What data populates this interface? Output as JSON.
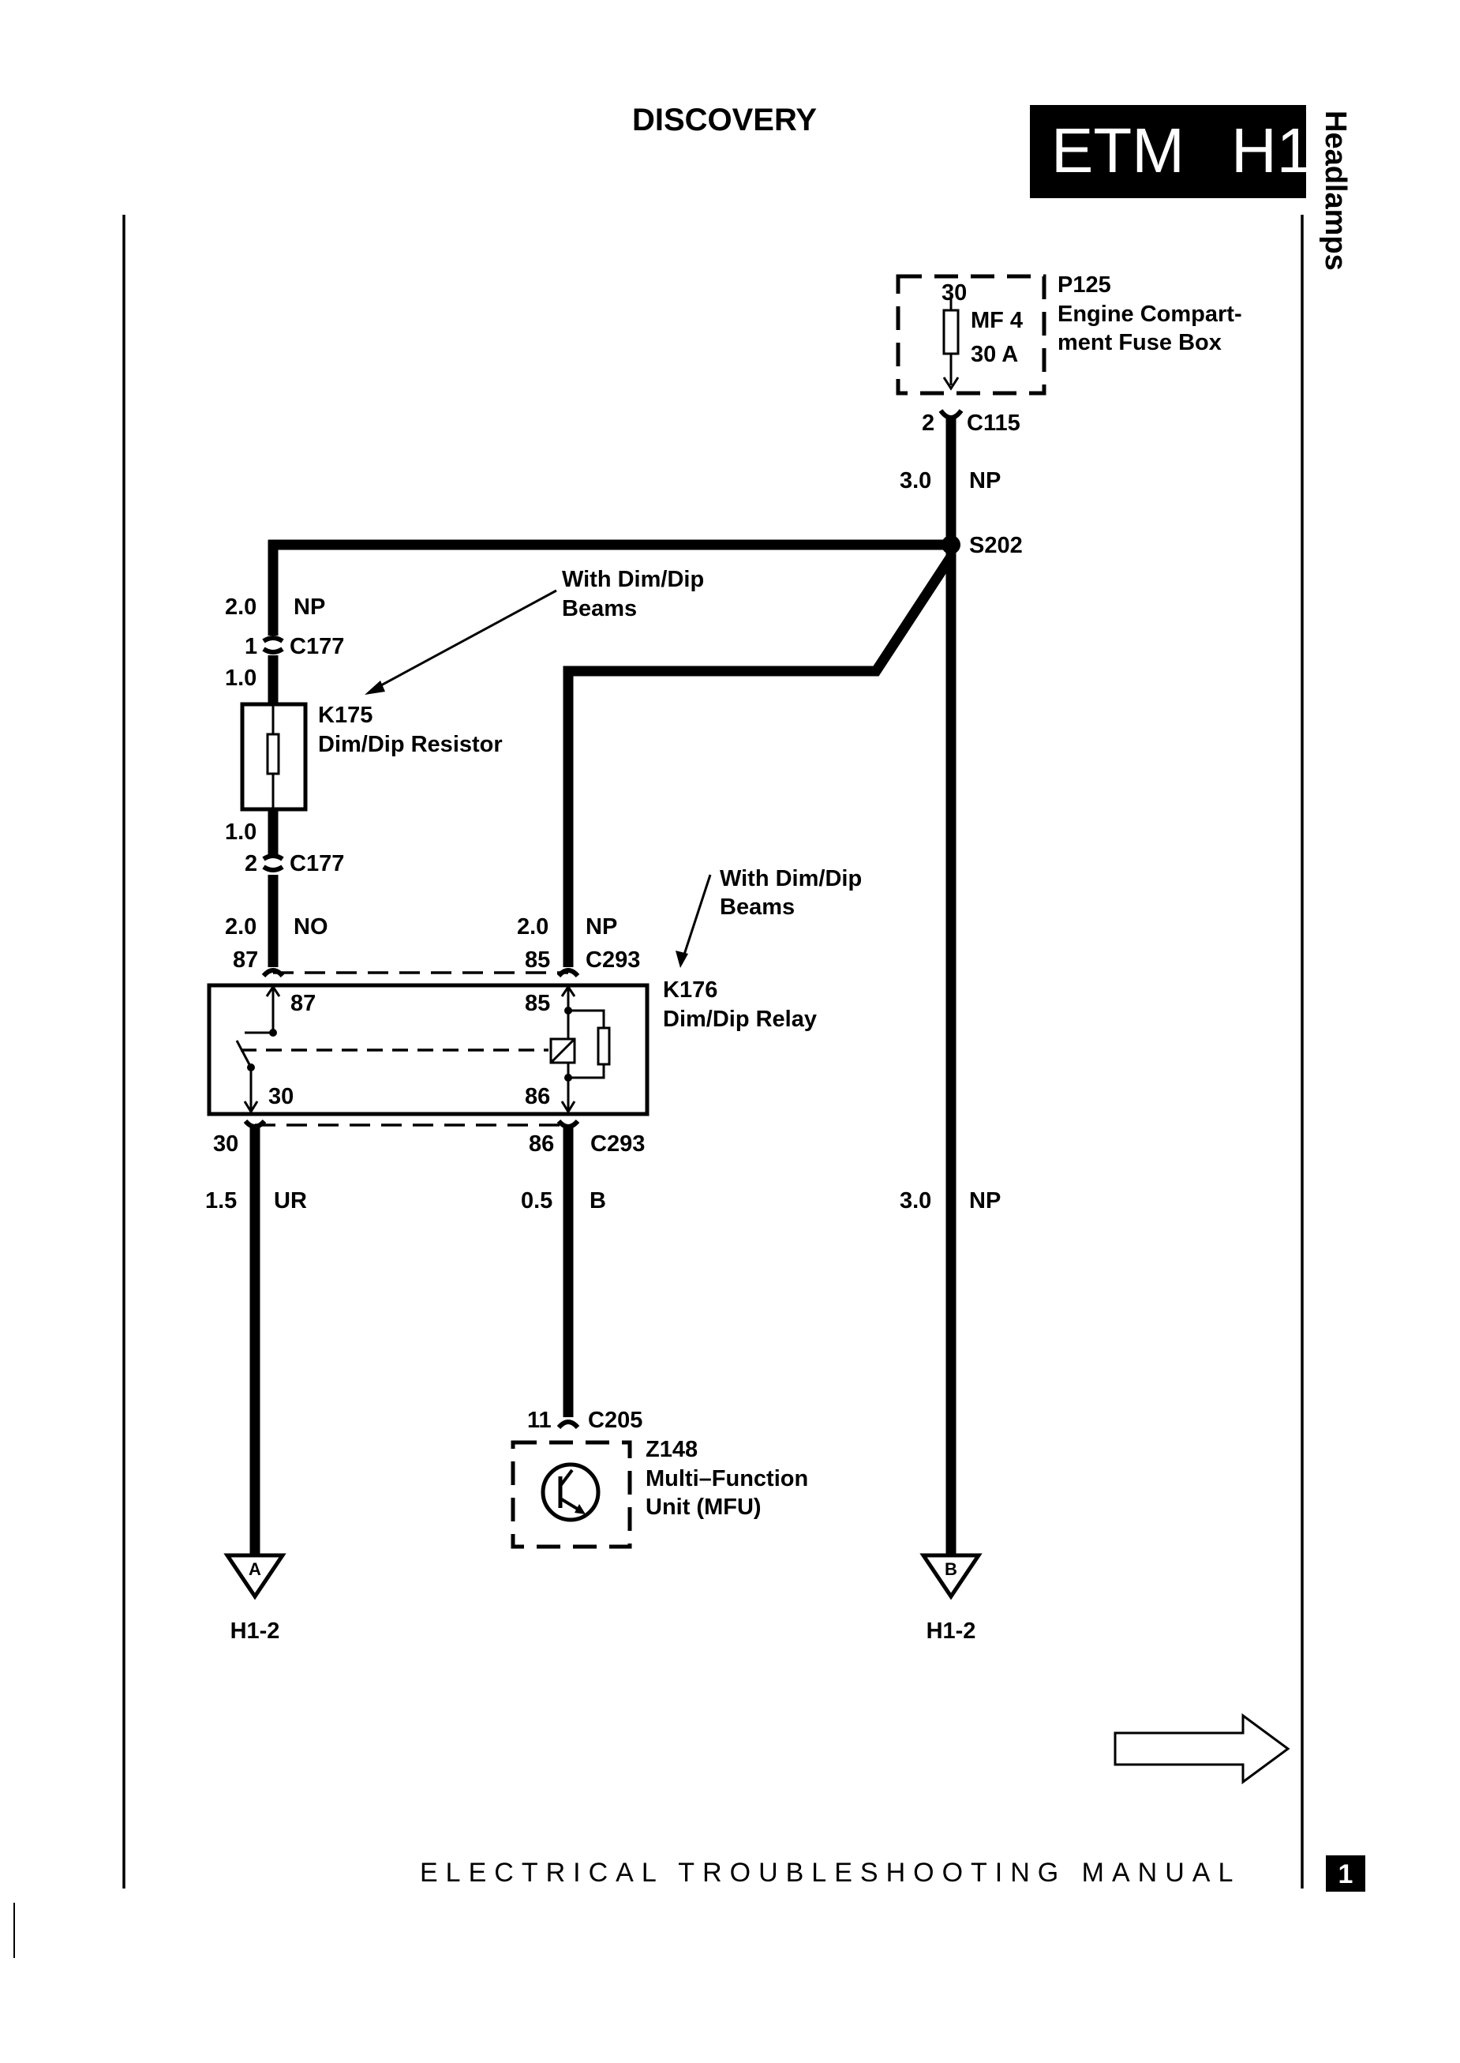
{
  "header": {
    "title": "DISCOVERY",
    "section_code": "ETM",
    "section_id": "H1",
    "section_name": "Headlamps"
  },
  "footer": {
    "manual_title": "ELECTRICAL TROUBLESHOOTING MANUAL",
    "page_number": "1"
  },
  "components": {
    "fuse_box": {
      "id": "P125",
      "name_line1": "Engine Compart-",
      "name_line2": "ment Fuse Box",
      "pin_top": "30",
      "fuse_id": "MF 4",
      "fuse_rating": "30 A"
    },
    "c115": {
      "pin": "2",
      "id": "C115"
    },
    "splice": {
      "id": "S202"
    },
    "resistor": {
      "id": "K175",
      "name": "Dim/Dip Resistor"
    },
    "relay": {
      "id": "K176",
      "name": "Dim/Dip Relay",
      "pin_87": "87",
      "pin_85": "85",
      "pin_30": "30",
      "pin_86": "86"
    },
    "mfu": {
      "id": "Z148",
      "name_line1": "Multi–Function",
      "name_line2": "Unit (MFU)"
    }
  },
  "connectors": {
    "c177_top": {
      "pin": "1",
      "id": "C177"
    },
    "c177_bottom": {
      "pin": "2",
      "id": "C177"
    },
    "c293_top": {
      "pin_87": "87",
      "pin_85": "85",
      "id": "C293"
    },
    "c293_bottom": {
      "pin_30": "30",
      "pin_86": "86",
      "id": "C293"
    },
    "c205": {
      "pin": "11",
      "id": "C205"
    }
  },
  "wires": {
    "fuse_to_splice": {
      "size": "3.0",
      "color": "NP"
    },
    "splice_to_c177": {
      "size": "2.0",
      "color": "NP"
    },
    "resistor_top": {
      "size": "1.0"
    },
    "resistor_bottom": {
      "size": "1.0"
    },
    "resistor_to_relay": {
      "size": "2.0",
      "color": "NO"
    },
    "splice_to_relay85": {
      "size": "2.0",
      "color": "NP"
    },
    "relay30_out": {
      "size": "1.5",
      "color": "UR"
    },
    "relay86_to_mfu": {
      "size": "0.5",
      "color": "B"
    },
    "splice_to_b": {
      "size": "3.0",
      "color": "NP"
    }
  },
  "annotations": {
    "dimdip_1_line1": "With Dim/Dip",
    "dimdip_1_line2": "Beams",
    "dimdip_2_line1": "With Dim/Dip",
    "dimdip_2_line2": "Beams"
  },
  "offpage": {
    "a": {
      "letter": "A",
      "ref": "H1-2"
    },
    "b": {
      "letter": "B",
      "ref": "H1-2"
    }
  }
}
